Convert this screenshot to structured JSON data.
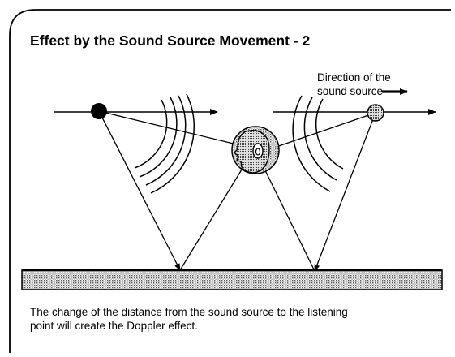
{
  "title": "Effect by the Sound Source Movement - 2",
  "direction_label": {
    "line1": "Direction of the",
    "line2": "sound source"
  },
  "caption": {
    "line1": "The change of the distance from the sound source to the listening",
    "line2": "point will create the Doppler effect."
  },
  "colors": {
    "ink": "#000000",
    "panel_background": "#ffffff",
    "floor_fill": "#c8c8c8",
    "head_fill": "#bdbdbd"
  },
  "icons": {
    "source_left": "filled-circle-sound-source",
    "source_right": "dotted-circle-sound-source",
    "listener": "listener-head-icon",
    "waves": "sound-wave-arcs"
  }
}
